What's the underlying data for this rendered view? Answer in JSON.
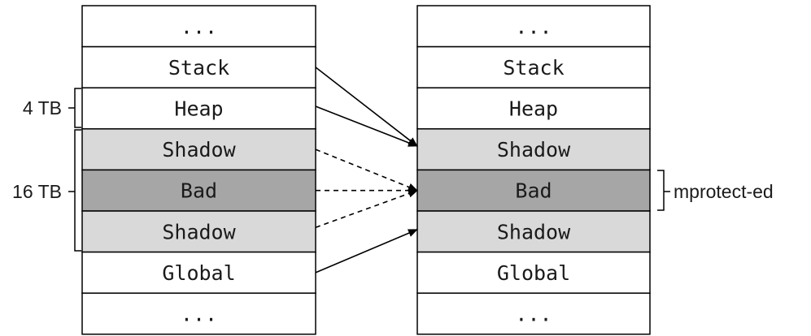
{
  "colors": {
    "white": "#ffffff",
    "shadow": "#d9d9d9",
    "bad": "#a6a6a6",
    "stroke": "#000000"
  },
  "left_column": {
    "segments": [
      {
        "label": "...",
        "kind": "white"
      },
      {
        "label": "Stack",
        "kind": "white"
      },
      {
        "label": "Heap",
        "kind": "white"
      },
      {
        "label": "Shadow",
        "kind": "shadow"
      },
      {
        "label": "Bad",
        "kind": "bad"
      },
      {
        "label": "Shadow",
        "kind": "shadow"
      },
      {
        "label": "Global",
        "kind": "white"
      },
      {
        "label": "...",
        "kind": "white"
      }
    ]
  },
  "right_column": {
    "segments": [
      {
        "label": "...",
        "kind": "white"
      },
      {
        "label": "Stack",
        "kind": "white"
      },
      {
        "label": "Heap",
        "kind": "white"
      },
      {
        "label": "Shadow",
        "kind": "shadow"
      },
      {
        "label": "Bad",
        "kind": "bad"
      },
      {
        "label": "Shadow",
        "kind": "shadow"
      },
      {
        "label": "Global",
        "kind": "white"
      },
      {
        "label": "...",
        "kind": "white"
      }
    ]
  },
  "annotations": {
    "heap_size": "4 TB",
    "shadow_size": "16 TB",
    "bad_note": "mprotect-ed"
  },
  "mappings": [
    {
      "from": "Stack",
      "to": "Shadow",
      "style": "solid"
    },
    {
      "from": "Heap",
      "to": "Shadow",
      "style": "solid"
    },
    {
      "from": "Shadow",
      "to": "Bad",
      "style": "dashed"
    },
    {
      "from": "Bad",
      "to": "Bad",
      "style": "dashed"
    },
    {
      "from": "Shadow",
      "to": "Bad",
      "style": "dashed"
    },
    {
      "from": "Global",
      "to": "Shadow",
      "style": "solid"
    }
  ]
}
